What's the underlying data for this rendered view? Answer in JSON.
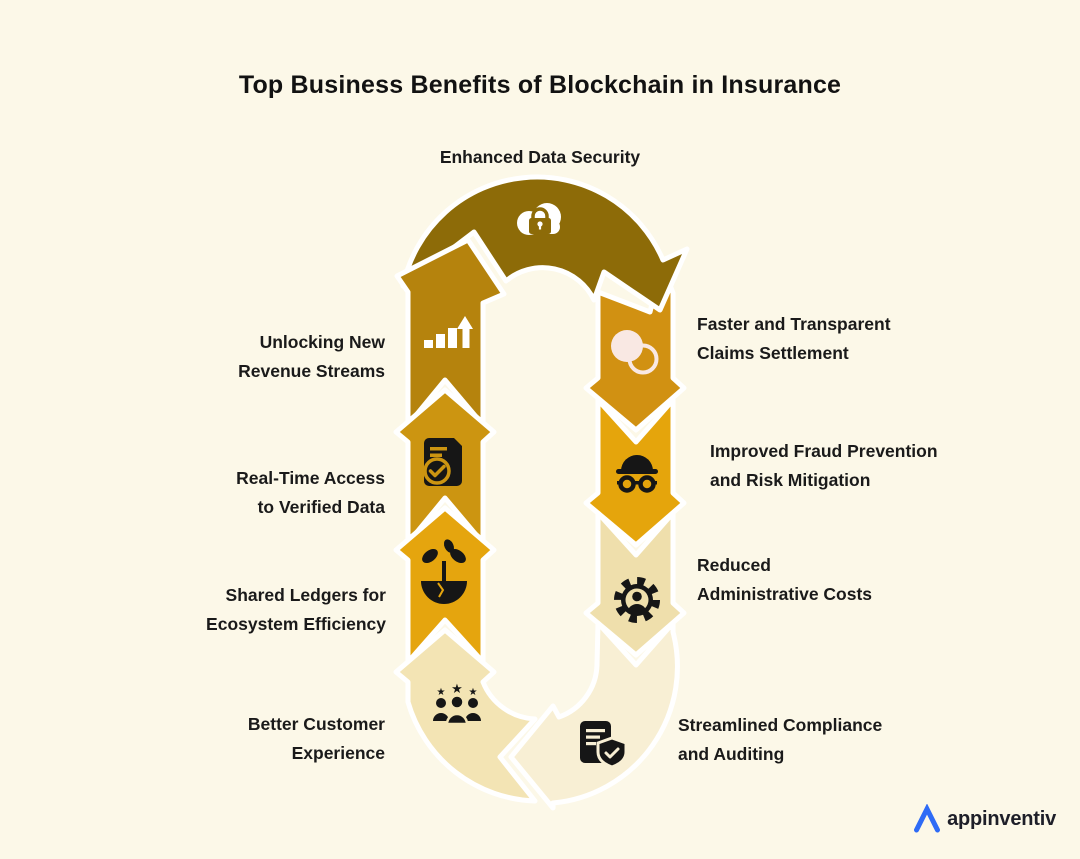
{
  "title": "Top Business Benefits of Blockchain in Insurance",
  "background_color": "#FCF8E8",
  "text_color": "#1A1A1A",
  "gap_outline_color": "#FFFFFF",
  "benefits": [
    {
      "id": "enhanced-data-security",
      "line1": "Enhanced Data Security",
      "line2": "",
      "icon": "cloud-lock-icon",
      "arrow_color": "#8D6B08"
    },
    {
      "id": "faster-transparent-claims",
      "line1": "Faster and Transparent",
      "line2": "Claims Settlement",
      "icon": "overlapping-circles-icon",
      "arrow_color": "#D19112"
    },
    {
      "id": "fraud-prevention",
      "line1": "Improved Fraud Prevention",
      "line2": "and Risk Mitigation",
      "icon": "spy-icon",
      "arrow_color": "#E5A50C"
    },
    {
      "id": "reduced-admin-costs",
      "line1": "Reduced",
      "line2": "Administrative Costs",
      "icon": "gear-person-icon",
      "arrow_color": "#EFDFAC"
    },
    {
      "id": "streamlined-compliance",
      "line1": "Streamlined Compliance",
      "line2": "and Auditing",
      "icon": "document-shield-icon",
      "arrow_color": "#F8EFD4"
    },
    {
      "id": "better-customer-experience",
      "line1": "Better Customer",
      "line2": "Experience",
      "icon": "people-stars-icon",
      "arrow_color": "#F3E4B4"
    },
    {
      "id": "shared-ledgers",
      "line1": "Shared Ledgers for",
      "line2": "Ecosystem Efficiency",
      "icon": "sprout-icon",
      "arrow_color": "#E5A50E"
    },
    {
      "id": "real-time-access",
      "line1": "Real-Time Access",
      "line2": "to Verified Data",
      "icon": "document-check-icon",
      "arrow_color": "#CC9511"
    },
    {
      "id": "unlocking-revenue",
      "line1": "Unlocking New",
      "line2": "Revenue Streams",
      "icon": "bar-chart-icon",
      "arrow_color": "#B5830D"
    }
  ],
  "brand": {
    "name": "appinventiv",
    "logo_color": "#2E6BF6"
  }
}
